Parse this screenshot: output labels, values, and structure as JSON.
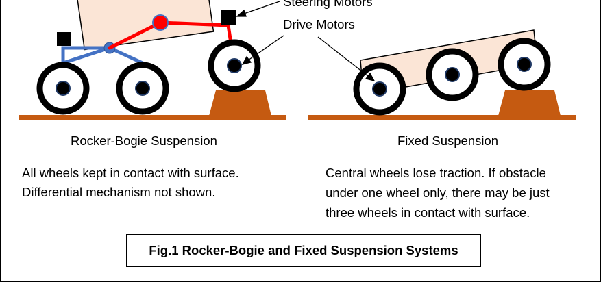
{
  "labels": {
    "steering_motors": "Steering Motors",
    "drive_motors": "Drive Motors",
    "rocker_bogie_title": "Rocker-Bogie Suspension",
    "fixed_title": "Fixed Suspension"
  },
  "descriptions": {
    "rocker_bogie": [
      "All wheels kept in contact with surface.",
      "Differential mechanism not shown."
    ],
    "fixed": [
      "Central wheels lose traction. If obstacle",
      "under one wheel only, there may be just",
      "three wheels in contact with surface."
    ]
  },
  "caption": "Fig.1  Rocker-Bogie and Fixed Suspension Systems",
  "colors": {
    "ground": "#C55A11",
    "body_fill": "#FBE5D6",
    "rocker": "#FF0000",
    "bogie": "#4472C4",
    "hub": "#1F3864",
    "motor": "#000000"
  }
}
